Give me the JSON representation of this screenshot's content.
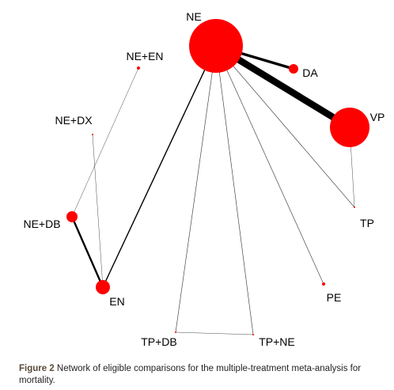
{
  "diagram": {
    "type": "network",
    "node_color": "#ff0000",
    "edge_color": "#000000",
    "nodes": [
      {
        "id": "NE",
        "label": "NE",
        "size": 5
      },
      {
        "id": "DA",
        "label": "DA",
        "size": 1.5
      },
      {
        "id": "VP",
        "label": "VP",
        "size": 4
      },
      {
        "id": "TP",
        "label": "TP",
        "size": 0.2
      },
      {
        "id": "PE",
        "label": "PE",
        "size": 0.3
      },
      {
        "id": "TP+NE",
        "label": "TP+NE",
        "size": 0.15
      },
      {
        "id": "TP+DB",
        "label": "TP+DB",
        "size": 0.15
      },
      {
        "id": "EN",
        "label": "EN",
        "size": 2
      },
      {
        "id": "NE+DB",
        "label": "NE+DB",
        "size": 1.8
      },
      {
        "id": "NE+DX",
        "label": "NE+DX",
        "size": 0.15
      },
      {
        "id": "NE+EN",
        "label": "NE+EN",
        "size": 0.3
      }
    ],
    "edges": [
      {
        "from": "NE",
        "to": "VP",
        "weight": 9
      },
      {
        "from": "NE",
        "to": "DA",
        "weight": 3.5
      },
      {
        "from": "NE",
        "to": "TP",
        "weight": 0.7
      },
      {
        "from": "NE",
        "to": "PE",
        "weight": 0.7
      },
      {
        "from": "NE",
        "to": "TP+NE",
        "weight": 0.7
      },
      {
        "from": "NE",
        "to": "TP+DB",
        "weight": 0.7
      },
      {
        "from": "NE",
        "to": "EN",
        "weight": 1.5
      },
      {
        "from": "VP",
        "to": "TP",
        "weight": 0.5
      },
      {
        "from": "EN",
        "to": "NE+DB",
        "weight": 2.5
      },
      {
        "from": "EN",
        "to": "NE+DX",
        "weight": 0.5
      },
      {
        "from": "NE+DB",
        "to": "NE+EN",
        "weight": 0.5
      },
      {
        "from": "TP+DB",
        "to": "TP+NE",
        "weight": 0.5
      }
    ]
  },
  "caption": {
    "label": "Figure 2",
    "text": " Network of eligible comparisons for the multiple-treatment meta-analysis for mortality."
  }
}
